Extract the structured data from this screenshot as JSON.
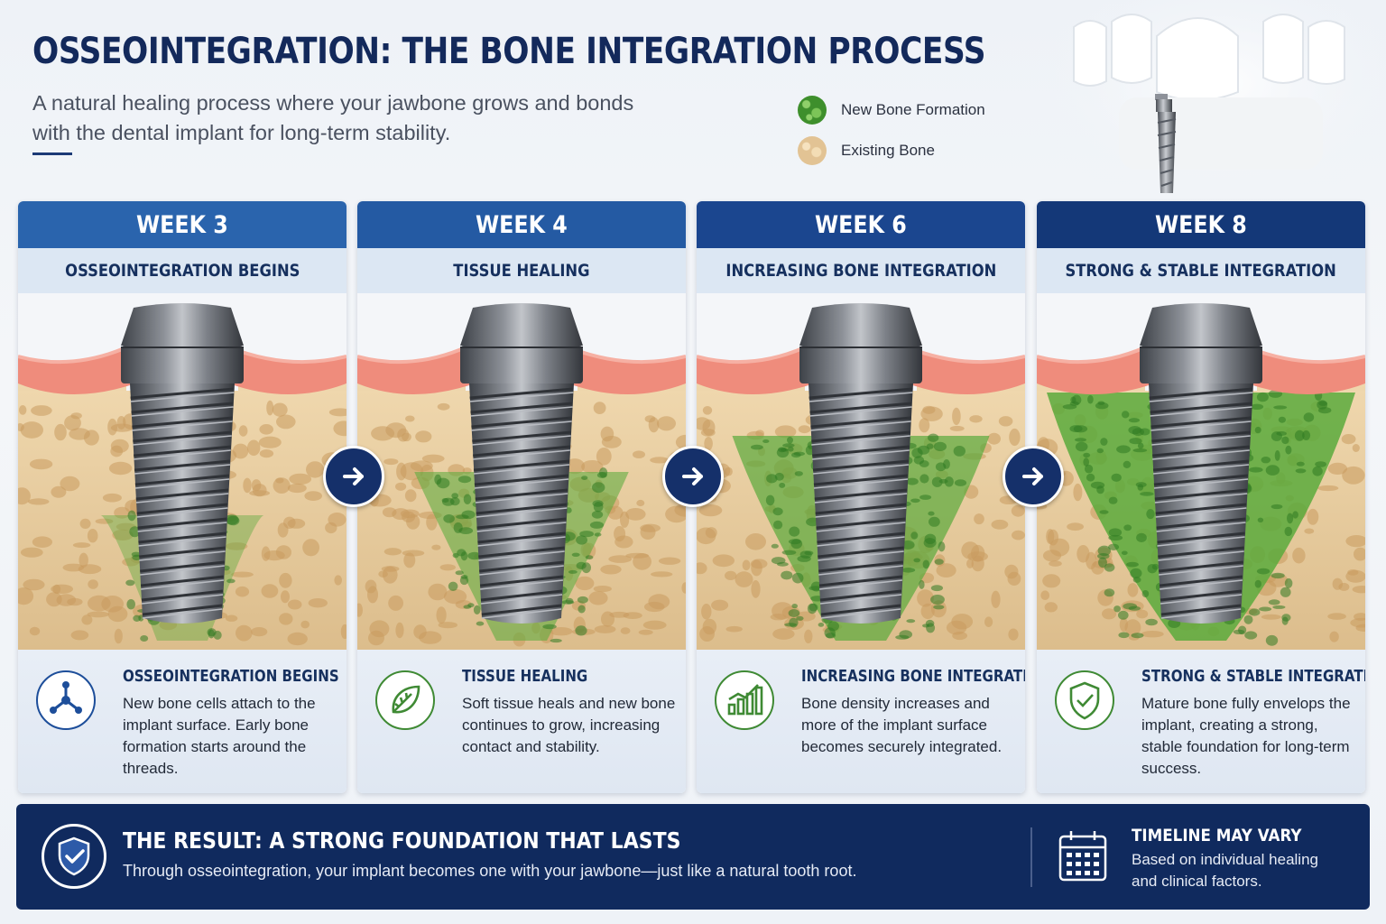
{
  "header": {
    "title": "OSSEOINTEGRATION: THE BONE INTEGRATION PROCESS",
    "subtitle": "A natural healing process where your jawbone grows and bonds with the dental implant for long-term stability."
  },
  "legend": {
    "items": [
      {
        "label": "New Bone Formation",
        "color": "#4a9b35"
      },
      {
        "label": "Existing Bone",
        "color": "#e2c394"
      }
    ]
  },
  "stages": [
    {
      "week": "WEEK 3",
      "subtitle": "OSSEOINTEGRATION BEGINS",
      "body_title": "OSSEOINTEGRATION BEGINS",
      "body_text": "New bone cells attach to the implant surface. Early bone formation starts around the threads.",
      "icon": "molecule-icon",
      "header_color": "#2a64ad",
      "green_level": 0.15
    },
    {
      "week": "WEEK 4",
      "subtitle": "TISSUE HEALING",
      "body_title": "TISSUE HEALING",
      "body_text": "Soft tissue heals and new bone continues to grow, increasing contact and stability.",
      "icon": "leaf-icon",
      "header_color": "#245aa3",
      "green_level": 0.45
    },
    {
      "week": "WEEK 6",
      "subtitle": "INCREASING BONE INTEGRATION",
      "body_title": "INCREASING BONE INTEGRATION",
      "body_text": "Bone density increases and more of the implant surface becomes securely integrated.",
      "icon": "bar-chart-icon",
      "header_color": "#1b468f",
      "green_level": 0.7
    },
    {
      "week": "WEEK 8",
      "subtitle": "STRONG & STABLE INTEGRATION",
      "body_title": "STRONG & STABLE INTEGRATION",
      "body_text": "Mature bone fully envelops the implant, creating a strong, stable foundation for long-term success.",
      "icon": "shield-check-icon",
      "header_color": "#143878",
      "green_level": 1.0
    }
  ],
  "result": {
    "title": "THE RESULT: A STRONG FOUNDATION THAT LASTS",
    "text": "Through osseointegration, your implant becomes one with your jawbone—just like a natural tooth root."
  },
  "timeline": {
    "title": "TIMELINE MAY VARY",
    "text": "Based on individual healing and clinical factors."
  },
  "colors": {
    "navy": "#102a5e",
    "gum": "#ef8c7c",
    "bone": "#e8cb9c",
    "new_bone": "#5aaa3c"
  }
}
